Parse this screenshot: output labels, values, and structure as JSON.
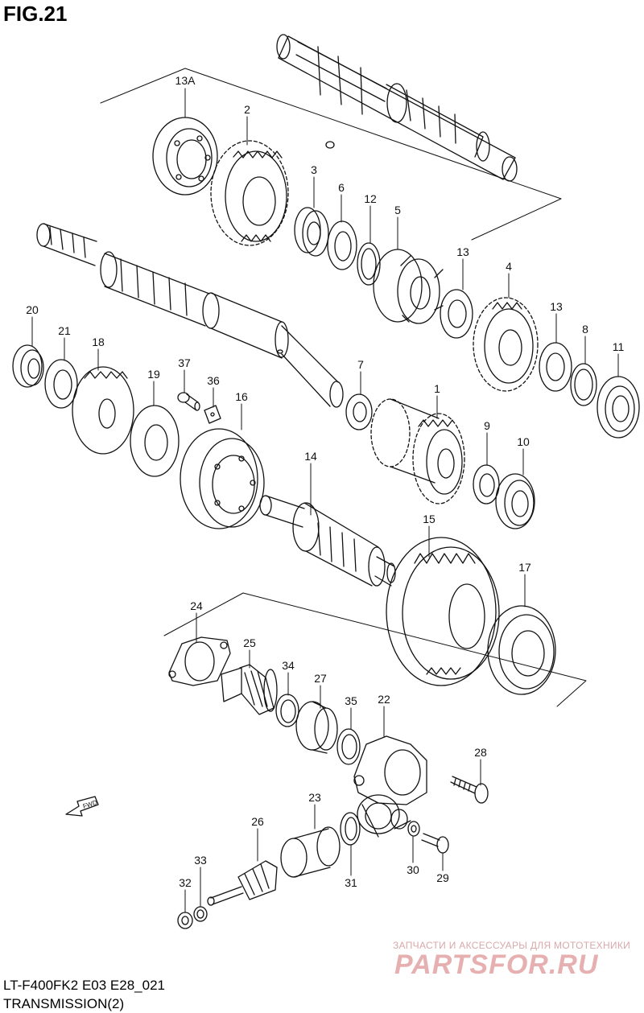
{
  "figure": {
    "title": "FIG.21"
  },
  "footer": {
    "model_code": "LT-F400FK2 E03 E28_021",
    "section": "TRANSMISSION(2)"
  },
  "fwd_label": "FWD",
  "watermark": {
    "tagline": "ЗАПЧАСТИ И АКСЕССУАРЫ ДЛЯ МОТОТЕХНИКИ",
    "brand": "PARTSFOR.RU"
  },
  "parts": {
    "p13a": "13A",
    "p2": "2",
    "p3": "3",
    "p6": "6",
    "p12": "12",
    "p5": "5",
    "p13b": "13",
    "p4": "4",
    "p13c": "13",
    "p8": "8",
    "p11": "11",
    "p20": "20",
    "p21": "21",
    "p18": "18",
    "p19": "19",
    "p37": "37",
    "p36": "36",
    "p16": "16",
    "p7": "7",
    "p1": "1",
    "p9": "9",
    "p10": "10",
    "p14": "14",
    "p15": "15",
    "p17": "17",
    "p24": "24",
    "p25": "25",
    "p34": "34",
    "p27": "27",
    "p35": "35",
    "p22": "22",
    "p28": "28",
    "p23": "23",
    "p26": "26",
    "p31": "31",
    "p30": "30",
    "p29": "29",
    "p33": "33",
    "p32": "32"
  },
  "colors": {
    "line": "#111111",
    "watermark": "#e7b0b0"
  }
}
